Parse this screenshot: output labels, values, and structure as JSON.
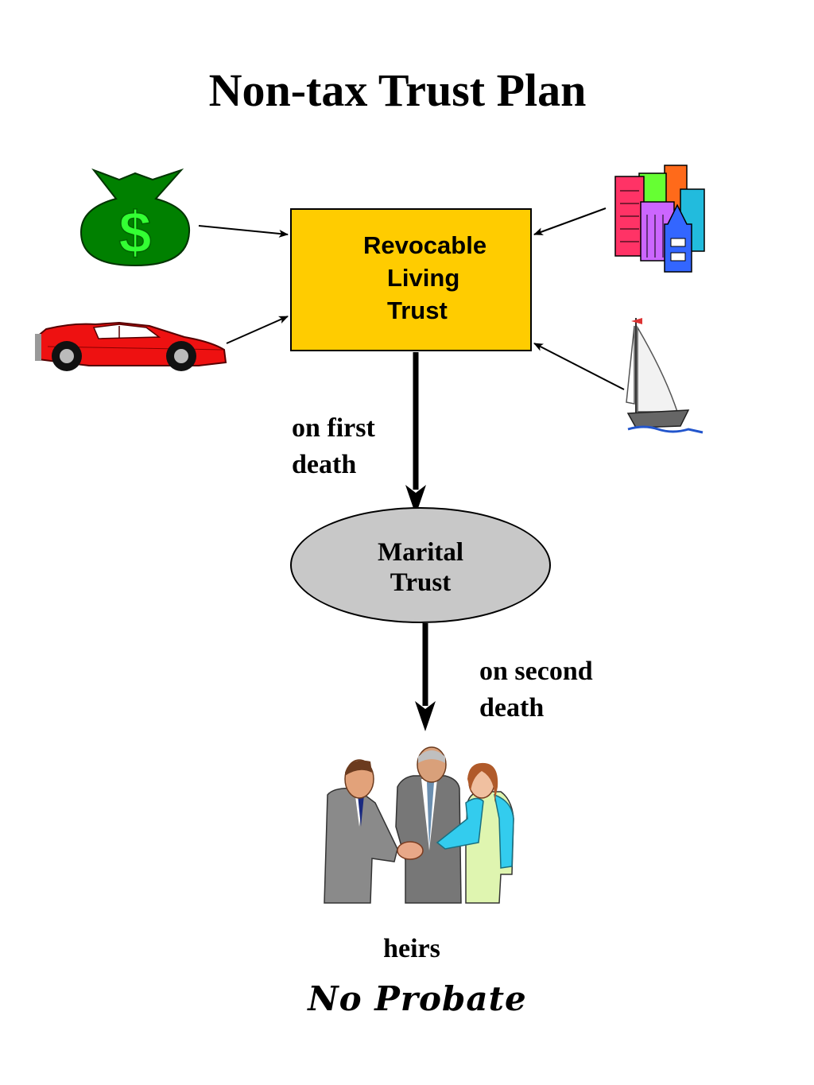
{
  "title": "Non-tax Trust Plan",
  "revocable_trust": {
    "lines": [
      "Revocable",
      "Living",
      "Trust"
    ]
  },
  "marital_trust": {
    "lines": [
      "Marital",
      "Trust"
    ]
  },
  "first_death_note": {
    "lines": [
      "on first",
      "death"
    ]
  },
  "second_death_note": {
    "lines": [
      "on second",
      "death"
    ]
  },
  "heirs_label": "heirs",
  "footer": "No Probate",
  "assets": [
    {
      "icon": "money-bag-icon",
      "symbol": "$"
    },
    {
      "icon": "sports-car-icon"
    },
    {
      "icon": "buildings-icon"
    },
    {
      "icon": "sailboat-icon"
    }
  ],
  "heirs_icon": "handshake-people-icon",
  "colors": {
    "trust_box": "#ffcc00",
    "marital_ellipse": "#c8c8c8",
    "money_bag": "#008000",
    "dollar_sign": "#33ff33",
    "car": "#ee1111"
  }
}
